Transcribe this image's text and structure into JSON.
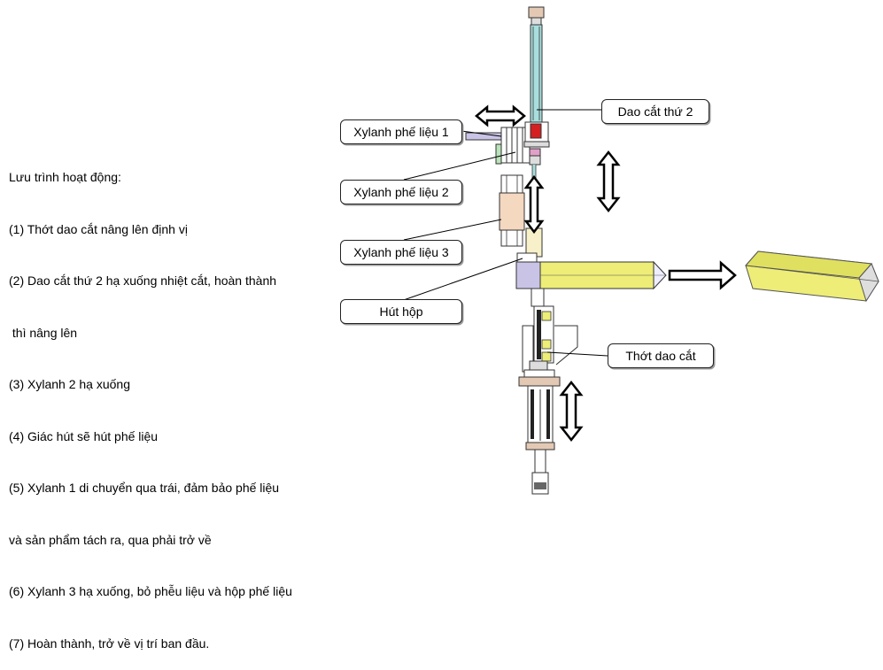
{
  "process": {
    "title": "Lưu trình hoạt động:",
    "steps": [
      "(1) Thớt dao cắt nâng lên định vị",
      "(2) Dao cắt thứ 2 hạ xuống nhiệt cắt, hoàn thành",
      " thì nâng lên",
      "(3) Xylanh 2 hạ xuống",
      "(4) Giác hút sẽ hút phế liệu",
      "(5) Xylanh 1 di chuyển qua trái, đảm bảo phế liệu",
      "và sản phẩm tách ra, qua phải trở về",
      "(6) Xylanh 3 hạ xuống, bỏ phễu liệu và hộp phế liệu",
      "(7) Hoàn thành, trở về vị trí ban đầu."
    ]
  },
  "labels": {
    "cylinder1": "Xylanh phế liệu 1",
    "cylinder2": "Xylanh phế liệu 2",
    "cylinder3": "Xylanh phế liệu 3",
    "suction_box": "Hút hộp",
    "cutter2": "Dao cắt thứ 2",
    "cutter_board": "Thớt dao cắt"
  },
  "colors": {
    "product_yellow": "#eded78",
    "cylinder_teal": "#a9dede",
    "heater_red": "#d42020",
    "cylinder_peach": "#f4d8bf",
    "block_lavender": "#c9c4e6"
  }
}
